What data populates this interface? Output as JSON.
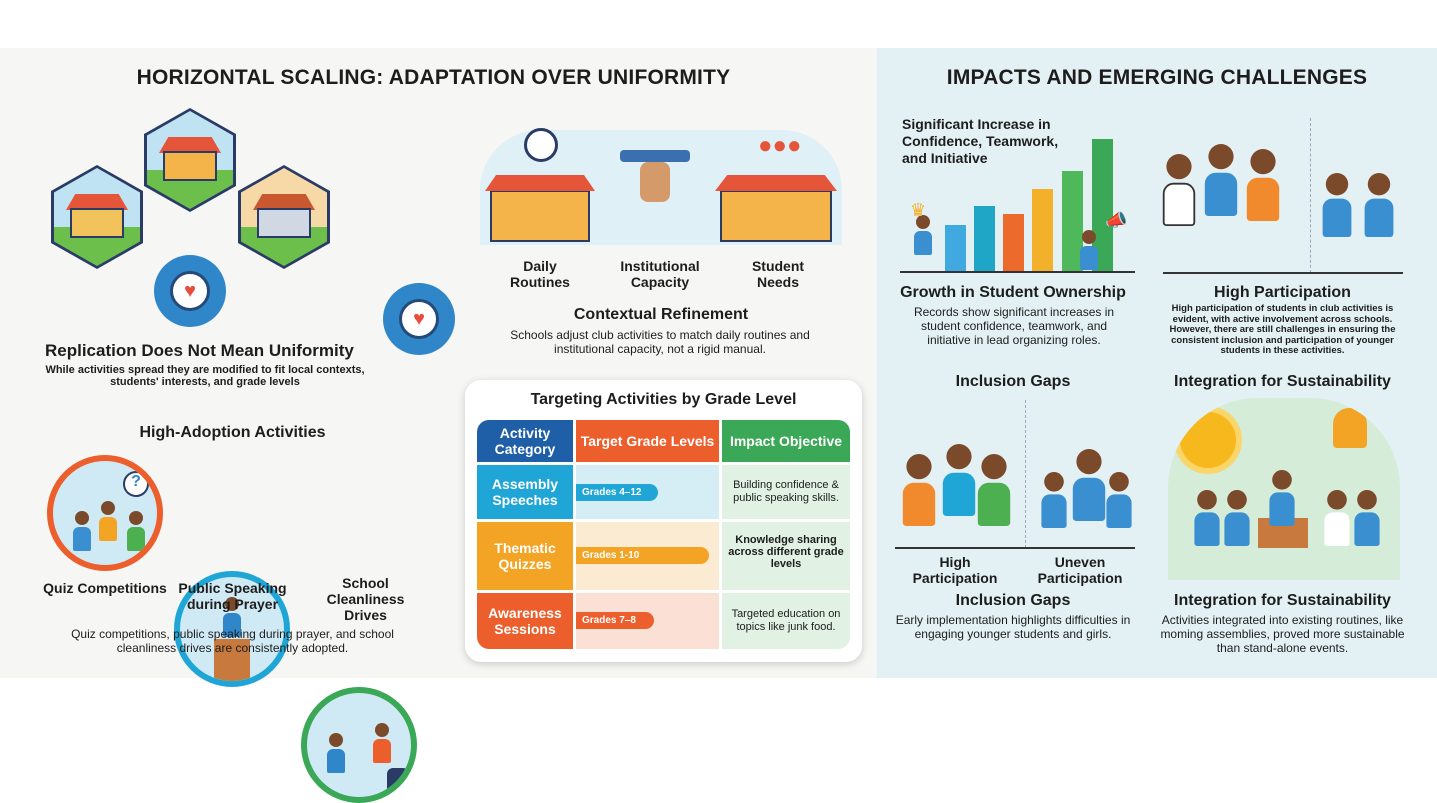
{
  "left": {
    "title": "HORIZONTAL SCALING: ADAPTATION OVER UNIFORMITY",
    "replication": {
      "heading": "Replication Does Not Mean Uniformity",
      "text": "While activities spread they are modified to fit local contexts, students' interests, and grade levels"
    },
    "factors": [
      "Daily Routines",
      "Institutional Capacity",
      "Student Needs"
    ],
    "contextual": {
      "heading": "Contextual Refinement",
      "text": "Schools adjust club activities to match daily routines and institutional capacity, not a rigid manual."
    },
    "adoption": {
      "heading": "High-Adoption Activities",
      "items": [
        "Quiz Competitions",
        "Public Speaking during Prayer",
        "School Cleanliness Drives"
      ],
      "text": "Quiz competitions, public speaking during prayer, and school cleanliness drives are consistently adopted."
    },
    "table": {
      "title": "Targeting Activities by Grade Level",
      "headers": [
        "Activity Category",
        "Target Grade Levels",
        "Impact Objective"
      ],
      "rows": [
        {
          "category": "Assembly Speeches",
          "grades": "Grades 4–12",
          "objective": "Building confidence & public speaking skills.",
          "color": "#1fa6d6"
        },
        {
          "category": "Thematic Quizzes",
          "grades": "Grades 1-10",
          "objective": "Knowledge sharing across different grade levels",
          "color": "#f3a425"
        },
        {
          "category": "Awareness Sessions",
          "grades": "Grades 7–8",
          "objective": "Targeted education on topics like junk food.",
          "color": "#ec5f2c"
        }
      ]
    }
  },
  "right": {
    "title": "IMPACTS AND EMERGING CHALLENGES",
    "ownership": {
      "chart_title": "Significant Increase in Confidence, Teamwork, and Initiative",
      "heading": "Growth in Student Ownership",
      "text": "Records show significant increases in student confidence, teamwork, and initiative in lead organizing roles."
    },
    "participation": {
      "heading": "High Participation",
      "text": "High participation of students in club activities is evident, with active involvement across schools. However, there are still challenges in ensuring the consistent inclusion and participation of younger students in these activities."
    },
    "inclusion": {
      "top_heading": "Inclusion Gaps",
      "labels": [
        "High Participation",
        "Uneven Participation"
      ],
      "heading": "Inclusion Gaps",
      "text": "Early implementation highlights difficulties in engaging younger students and girls."
    },
    "integration": {
      "top_heading": "Integration for Sustainability",
      "heading": "Integration for Sustainability",
      "text": "Activities integrated into existing routines, like moming assemblies, proved more sustainable than stand-alone events."
    }
  },
  "colors": {
    "blue": "#1f5fa8",
    "orange": "#ec5f2c",
    "green": "#3aa856",
    "teal": "#1fa6d6",
    "yellow": "#f3a425"
  }
}
